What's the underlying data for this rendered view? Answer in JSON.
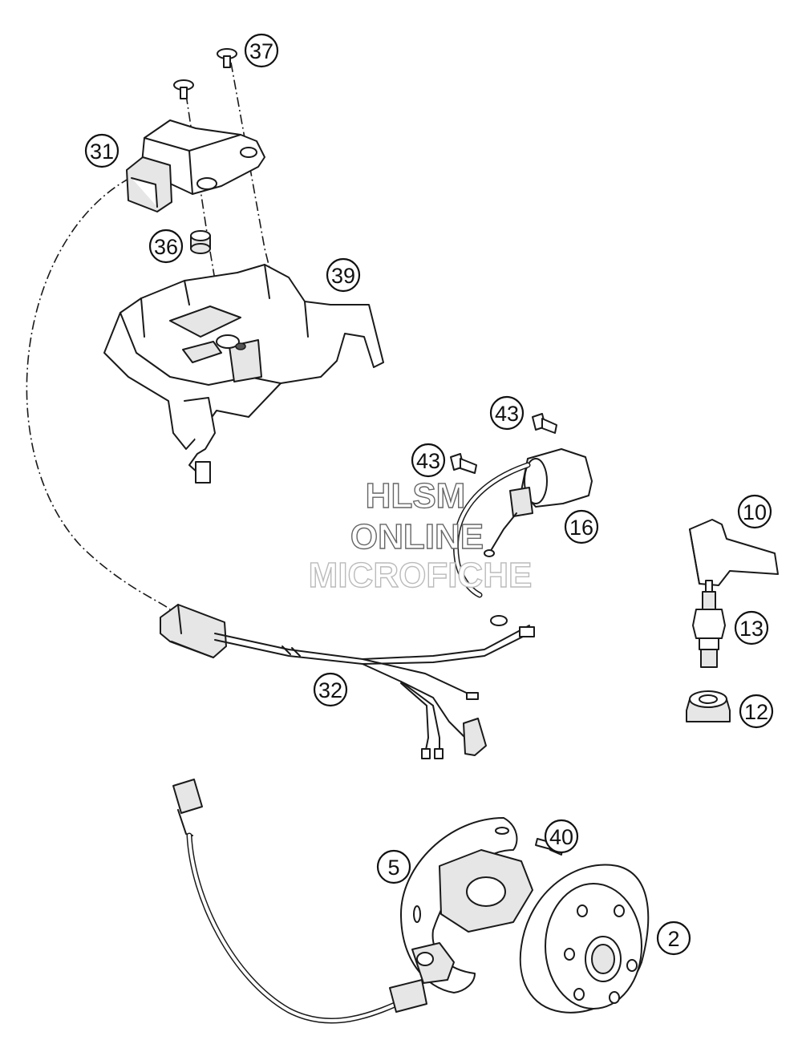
{
  "callouts": [
    {
      "id": "31",
      "label": "31"
    },
    {
      "id": "37",
      "label": "37"
    },
    {
      "id": "36",
      "label": "36"
    },
    {
      "id": "39",
      "label": "39"
    },
    {
      "id": "43a",
      "label": "43"
    },
    {
      "id": "43b",
      "label": "43"
    },
    {
      "id": "16",
      "label": "16"
    },
    {
      "id": "10",
      "label": "10"
    },
    {
      "id": "13",
      "label": "13"
    },
    {
      "id": "12",
      "label": "12"
    },
    {
      "id": "32",
      "label": "32"
    },
    {
      "id": "40",
      "label": "40"
    },
    {
      "id": "5",
      "label": "5"
    },
    {
      "id": "2",
      "label": "2"
    }
  ],
  "watermark": {
    "line1": "HLSM",
    "line2": "ONLINE",
    "line3": "MICROFICHE"
  }
}
